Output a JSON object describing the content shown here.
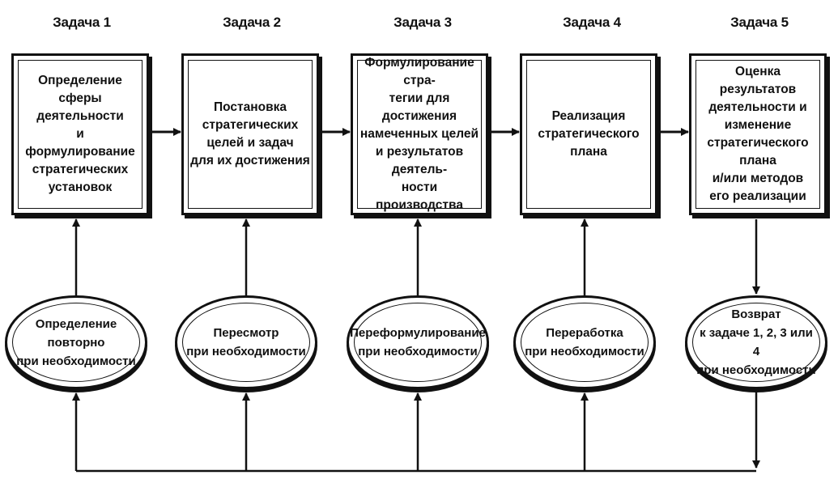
{
  "tasks": [
    {
      "title": "Задача 1",
      "text": "Определение сферы\nдеятельности\nи формулирование\nстратегических\nустановок"
    },
    {
      "title": "Задача 2",
      "text": "Постановка\nстратегических\nцелей и задач\nдля их достижения"
    },
    {
      "title": "Задача 3",
      "text": "Формулирование стра-\nтегии для достижения\nнамеченных целей\nи результатов деятель-\nности производства"
    },
    {
      "title": "Задача 4",
      "text": "Реализация\nстратегического\nплана"
    },
    {
      "title": "Задача 5",
      "text": "Оценка результатов\nдеятельности и\nизменение\nстратегического плана\nи/или методов\nего реализации"
    }
  ],
  "feedback": [
    {
      "text": "Определение\nповторно\nпри необходимости"
    },
    {
      "text": "Пересмотр\nпри необходимости"
    },
    {
      "text": "Переформулирование\nпри необходимости"
    },
    {
      "text": "Переработка\nпри необходимости"
    },
    {
      "text": "Возврат\nк задаче 1, 2, 3 или 4\nпри необходимости"
    }
  ]
}
